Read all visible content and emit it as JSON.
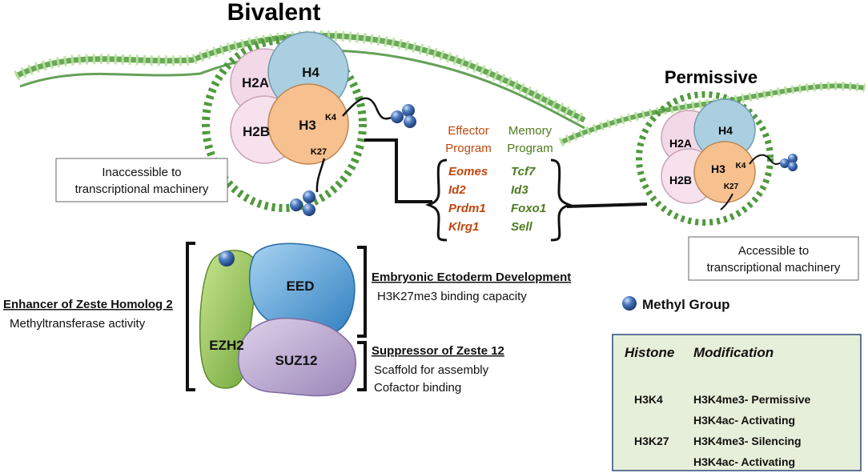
{
  "titles": {
    "bivalent": "Bivalent",
    "permissive": "Permissive"
  },
  "nucleosome_bivalent": {
    "h2a": "H2A",
    "h4": "H4",
    "h2b": "H2B",
    "h3": "H3",
    "k4": "K4",
    "k27": "K27"
  },
  "nucleosome_permissive": {
    "h2a": "H2A",
    "h4": "H4",
    "h2b": "H2B",
    "h3": "H3",
    "k4": "K4",
    "k27": "K27"
  },
  "notes": {
    "inaccessible": [
      "Inaccessible to",
      "transcriptional machinery"
    ],
    "accessible": [
      "Accessible to",
      "transcriptional machinery"
    ]
  },
  "programs": {
    "effector": {
      "title": [
        "Effector",
        "Program"
      ],
      "genes": [
        "Eomes",
        "Id2",
        "Prdm1",
        "Klrg1"
      ],
      "color": "#c0470f"
    },
    "memory": {
      "title": [
        "Memory",
        "Program"
      ],
      "genes": [
        "Tcf7",
        "Id3",
        "Foxo1",
        "Sell"
      ],
      "color": "#4e7a1e"
    }
  },
  "prc2": {
    "ezh2": "EZH2",
    "eed": "EED",
    "suz12": "SUZ12",
    "ezh2_name": "Enhancer of Zeste Homolog 2",
    "ezh2_desc": "Methyltransferase activity",
    "eed_name": "Embryonic Ectoderm Development",
    "eed_desc": "H3K27me3 binding capacity",
    "suz12_name": "Suppressor of Zeste 12",
    "suz12_desc": [
      "Scaffold for assembly",
      "Cofactor binding"
    ]
  },
  "legend": {
    "methyl": "Methyl Group"
  },
  "table": {
    "headers": [
      "Histone",
      "Modification"
    ],
    "rows": [
      {
        "histone": "H3K4",
        "mod": "H3K4me3- Permissive"
      },
      {
        "histone": "",
        "mod": "H3K4ac- Activating"
      },
      {
        "histone": "H3K27",
        "mod": "H3K4me3- Silencing"
      },
      {
        "histone": "",
        "mod": "H3K4ac- Activating"
      }
    ]
  },
  "colors": {
    "h2a": "#f3d9e8",
    "h4": "#a9cfe0",
    "h2b": "#f6e1ec",
    "h3": "#f6c08f",
    "dna": "#4f9a3c",
    "dna_light": "#a9d98d",
    "ezh2": "#9cc95a",
    "eed": "#5aa3d6",
    "suz12": "#b7a3cf",
    "methyl": "#3f6fb5",
    "table_bg": "#e6efd9",
    "table_border": "#2f4a7a"
  }
}
